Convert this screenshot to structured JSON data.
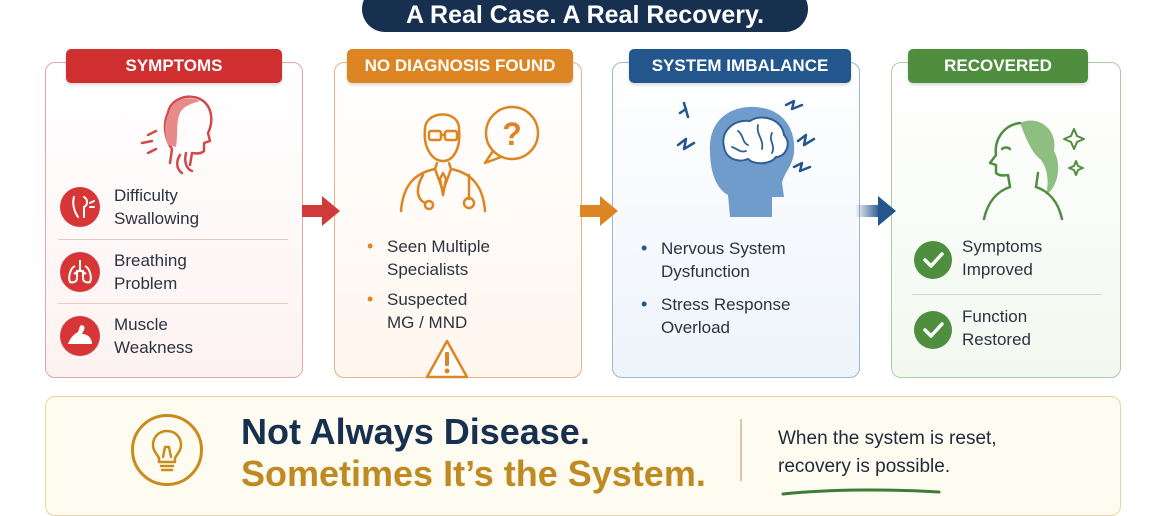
{
  "title": "A Real Case. A Real Recovery.",
  "cards": {
    "symptoms": {
      "badge": "SYMPTOMS",
      "items": [
        "Difficulty\nSwallowing",
        "Breathing\nProblem",
        "Muscle\nWeakness"
      ],
      "icons": [
        "throat-icon",
        "lungs-icon",
        "arm-muscle-icon"
      ]
    },
    "no_diagnosis": {
      "badge": "NO DIAGNOSIS FOUND",
      "items": [
        "Seen Multiple\nSpecialists",
        "Suspected\nMG / MND"
      ]
    },
    "system_imbalance": {
      "badge": "SYSTEM IMBALANCE",
      "items": [
        "Nervous System\nDysfunction",
        "Stress Response\nOverload"
      ]
    },
    "recovered": {
      "badge": "RECOVERED",
      "items": [
        "Symptoms\nImproved",
        "Function\nRestored"
      ]
    }
  },
  "bottom": {
    "headline_line1": "Not Always Disease.",
    "headline_line2": "Sometimes It’s the System.",
    "tagline": "When the system is reset,\nrecovery is possible."
  },
  "colors": {
    "navy": "#17304f",
    "red": "#cf2f2f",
    "orange": "#dd8523",
    "blue": "#24568e",
    "green": "#4f8d3f",
    "gold": "#c08a22"
  }
}
